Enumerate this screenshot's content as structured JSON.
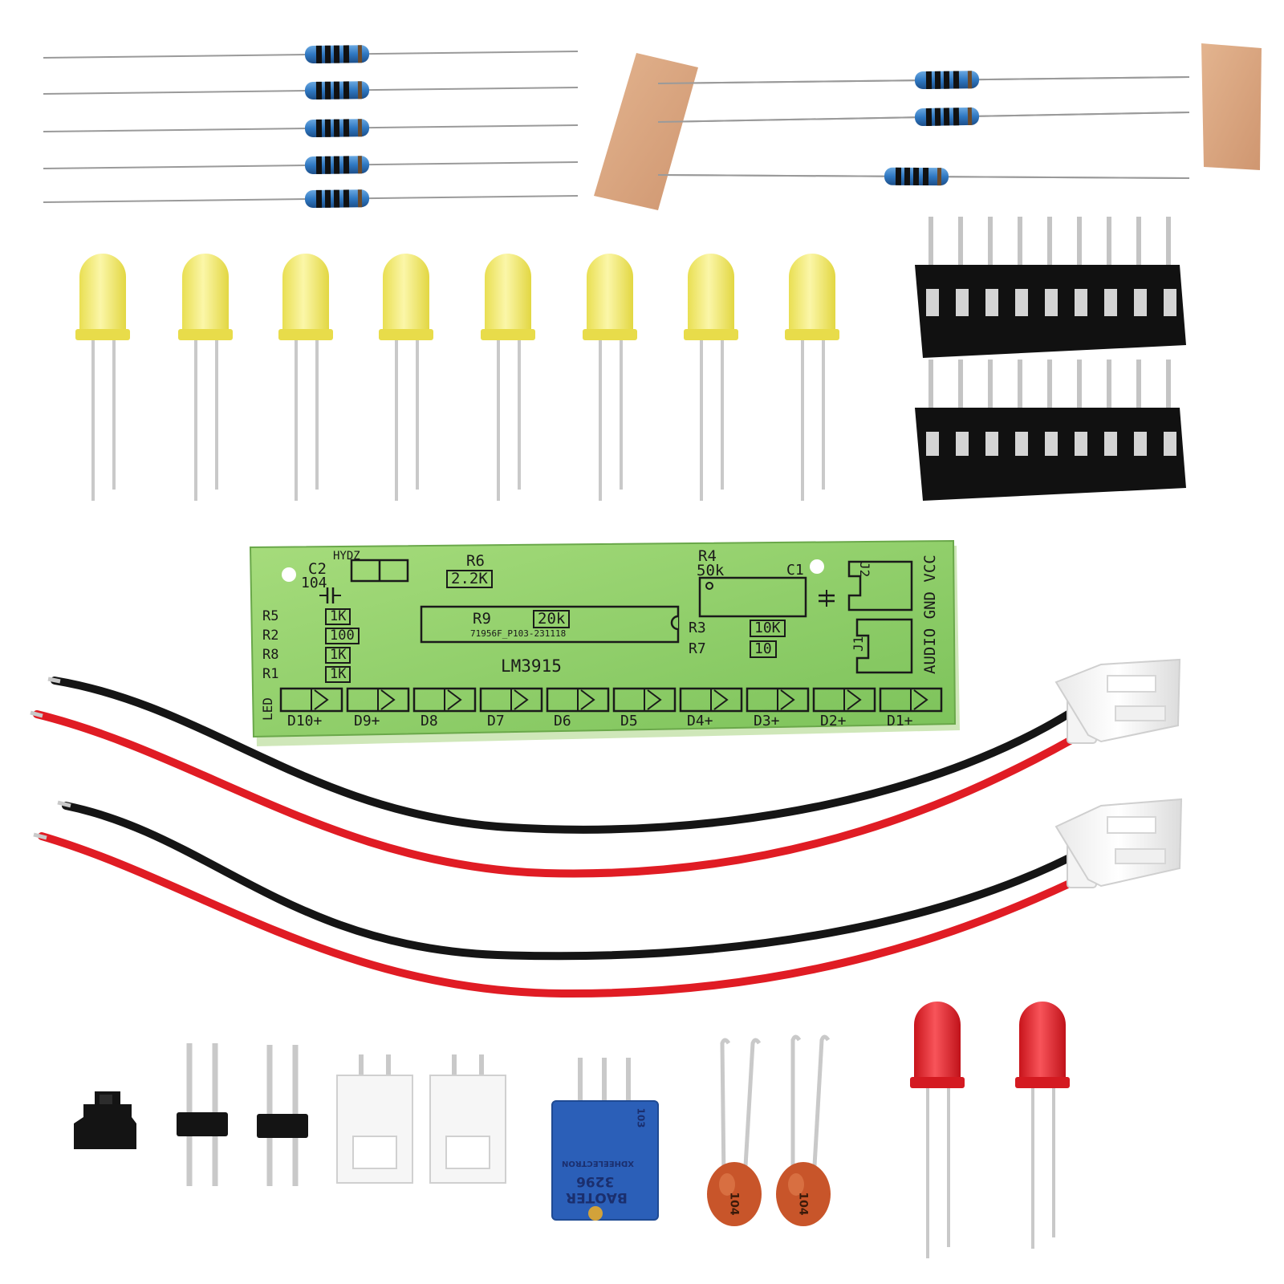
{
  "board": {
    "chip": "LM3915",
    "code": "71956F_P103-231118",
    "hydz": "HYDZ",
    "c2": "C2",
    "c2_val": "104",
    "r6": "R6",
    "r6_val": "2.2K",
    "r4": "R4",
    "r4_val": "50k",
    "c1": "C1",
    "r9": "R9",
    "r9_val": "20k",
    "r3": "R3",
    "r3_val": "10K",
    "r7": "R7",
    "r7_val": "10",
    "r5": "R5",
    "r5_val": "1K",
    "r2": "R2",
    "r2_val": "100",
    "r8": "R8",
    "r8_val": "1K",
    "r1": "R1",
    "r1_val": "1K",
    "led": "LED",
    "j1": "J1",
    "j2": "J2",
    "pins": "AUDIO GND VCC",
    "diodes": [
      "D10+",
      "D9+",
      "D8",
      "D7",
      "D6",
      "D5",
      "D4+",
      "D3+",
      "D2+",
      "D1+"
    ]
  },
  "trimmer": {
    "brand": "BAOTER",
    "model": "3296",
    "maker": "XDHEELECTRON",
    "value": "103"
  },
  "capacitor": {
    "marking": "104"
  },
  "colors": {
    "pcb": "#8ccf6a",
    "led_yellow": "#f3ec7a",
    "led_red": "#e8242a",
    "resistor_body": "#2f78c2",
    "wire_red": "#e01c24",
    "wire_black": "#151515",
    "socket": "#111111",
    "trimmer": "#2b5fb8",
    "cap": "#c8552a",
    "tape": "#d9a57e"
  }
}
